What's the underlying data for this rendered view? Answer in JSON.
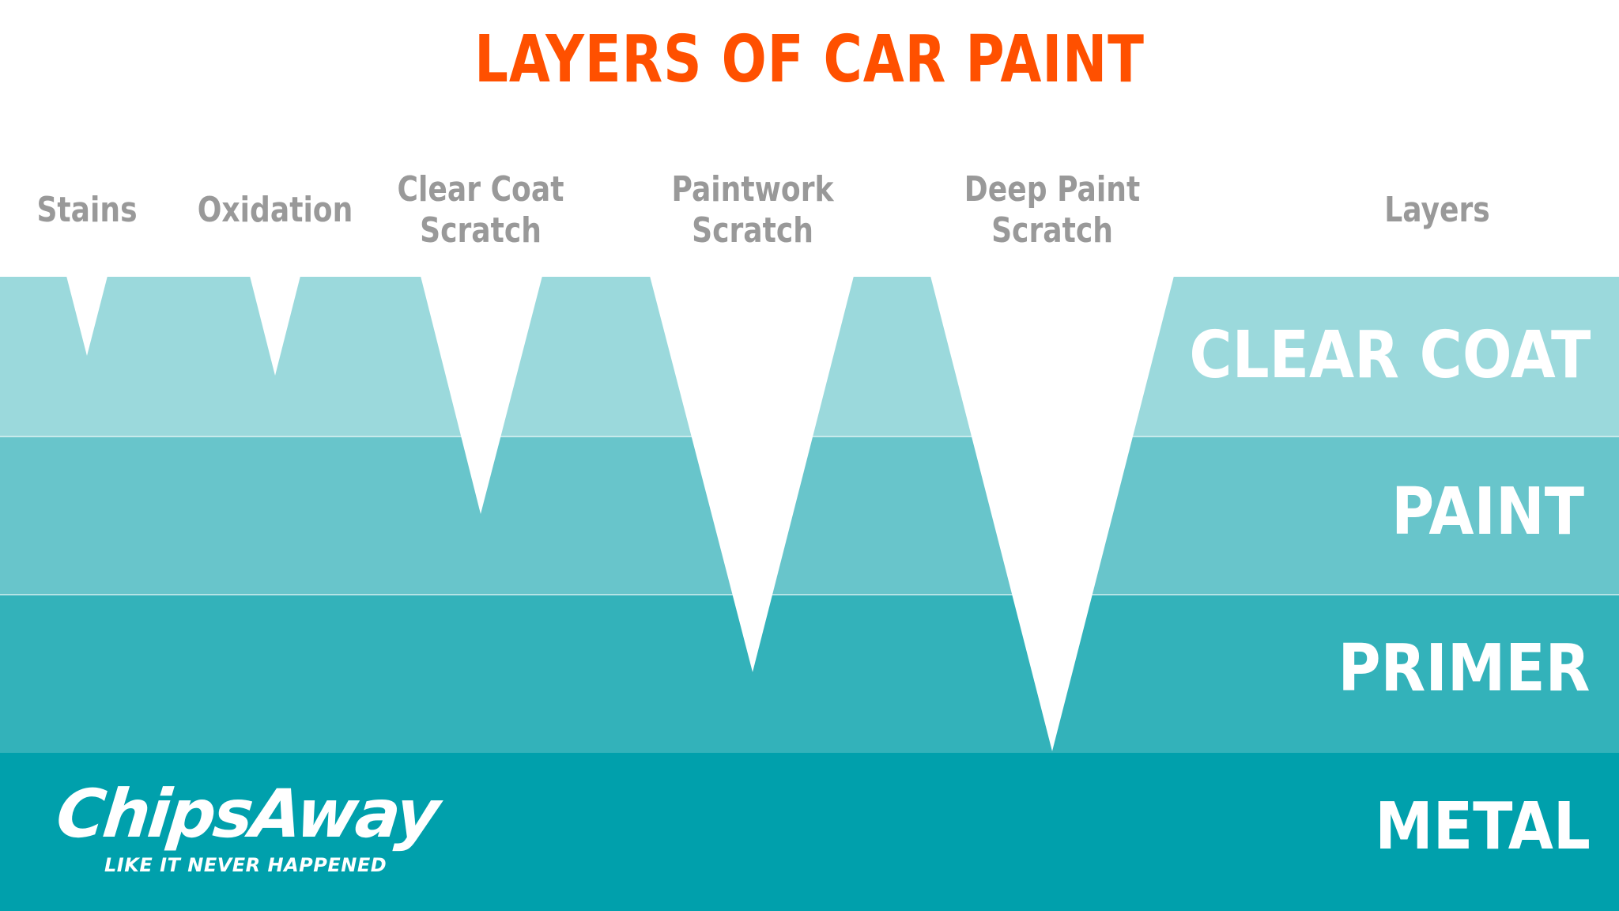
{
  "title": "LAYERS OF CAR PAINT",
  "colors": {
    "title": "#ff5000",
    "labels": "#999999",
    "background": "#ffffff",
    "clear_coat": "#9bd9dc",
    "paint": "#68c5cb",
    "primer": "#33b2ba",
    "metal": "#00a0ac",
    "layer_text": "#ffffff"
  },
  "damage_labels": [
    {
      "line1": "Stains",
      "line2": ""
    },
    {
      "line1": "Oxidation",
      "line2": ""
    },
    {
      "line1": "Clear Coat",
      "line2": "Scratch"
    },
    {
      "line1": "Paintwork",
      "line2": "Scratch"
    },
    {
      "line1": "Deep Paint",
      "line2": "Scratch"
    }
  ],
  "layers_heading": "Layers",
  "layers": [
    {
      "name": "CLEAR COAT"
    },
    {
      "name": "PAINT"
    },
    {
      "name": "PRIMER"
    },
    {
      "name": "METAL"
    }
  ],
  "brand": {
    "name": "ChipsAway",
    "tagline": "LIKE IT NEVER HAPPENED"
  }
}
